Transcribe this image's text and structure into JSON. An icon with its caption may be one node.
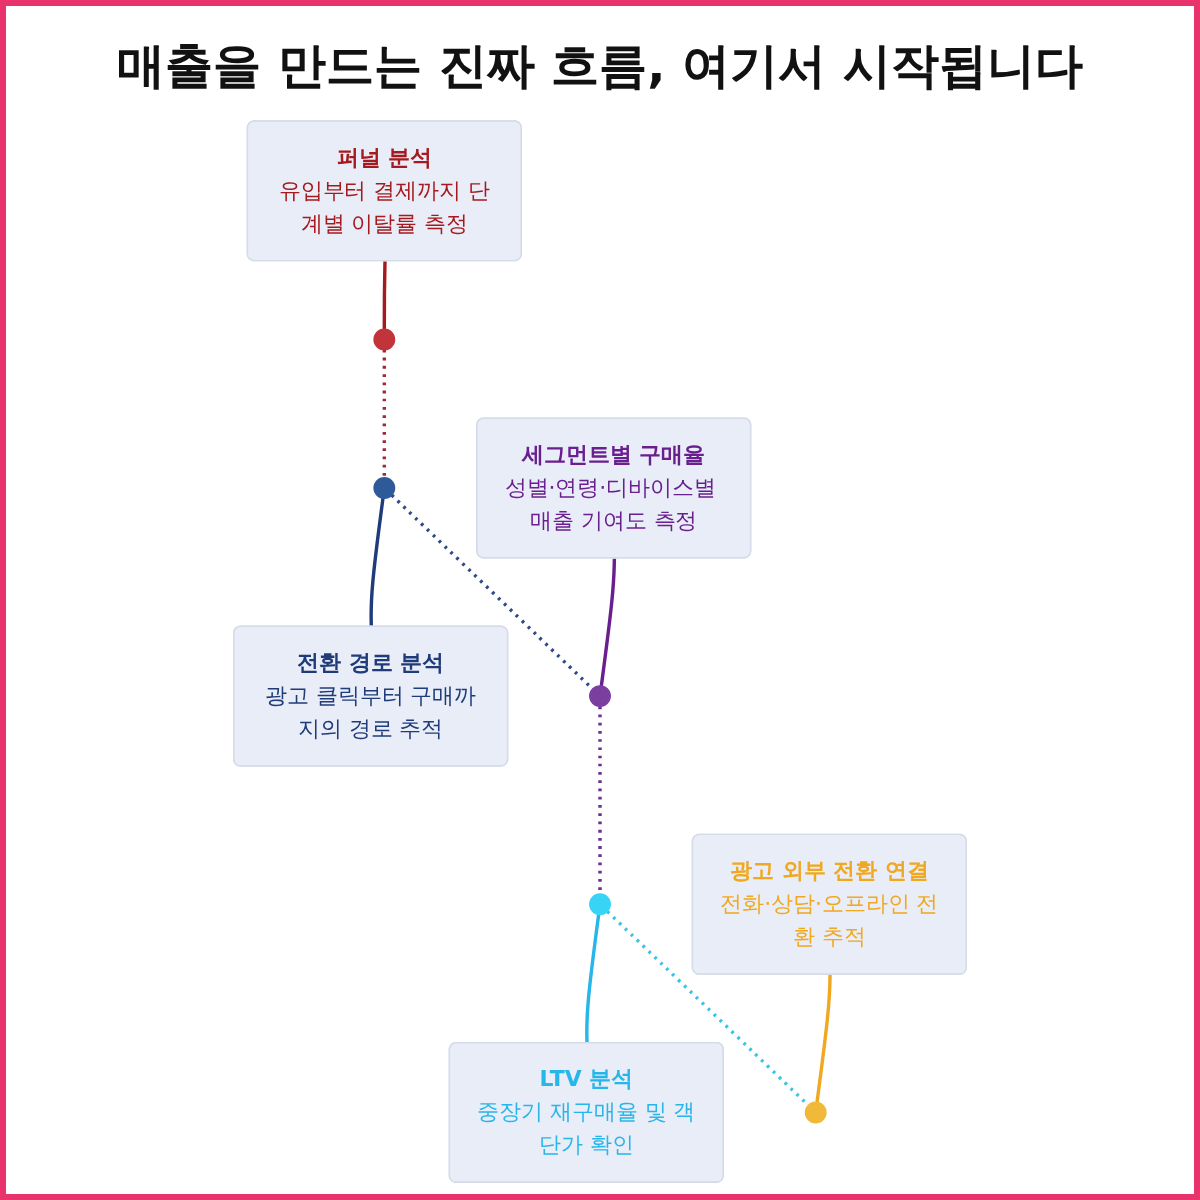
{
  "diagram": {
    "title": "매출을 만드는 진짜 흐름, 여기서 시작됩니다",
    "nodes": [
      {
        "text": [
          "퍼널 분석",
          "유입부터 결제까지 단계별 이탈률 측정"
        ]
      },
      {
        "text": [],
        "shape": "circle"
      },
      {
        "text": [],
        "shape": "circle"
      },
      {
        "text": [
          "전환 경로 분석",
          "광고 클릭부터 구매까지의 경로 추적"
        ]
      },
      {
        "text": [
          "세그먼트별 구매율",
          "성별·연령·디바이스별 매출 기여도 측정"
        ]
      },
      {
        "text": [],
        "shape": "circle"
      },
      {
        "text": [],
        "shape": "circle"
      },
      {
        "text": [
          "LTV 분석",
          "중장기 재구매율 및 객단가 확인"
        ]
      },
      {
        "text": [
          "광고 외부 전환 연결",
          "전화·상담·오프라인 전환 추적"
        ]
      },
      {
        "text": [],
        "shape": "circle"
      }
    ],
    "edges": [
      {
        "from": 0,
        "to": 1,
        "arrow": "none",
        "color": "#a51a1f"
      },
      {
        "from": 1,
        "to": 2,
        "arrow": "none",
        "style": "dashed",
        "color": "#a5283a"
      },
      {
        "from": 2,
        "to": 3,
        "arrow": "none",
        "color": "#1f3b7a"
      },
      {
        "from": 2,
        "to": 5,
        "arrow": "none",
        "style": "dashed",
        "color": "#2f4a8a"
      },
      {
        "from": 4,
        "to": 5,
        "arrow": "none",
        "color": "#6a1f8f"
      },
      {
        "from": 5,
        "to": 6,
        "arrow": "none",
        "style": "dashed",
        "color": "#6a2f8f"
      },
      {
        "from": 6,
        "to": 7,
        "arrow": "none",
        "color": "#27b6ea"
      },
      {
        "from": 6,
        "to": 9,
        "arrow": "none",
        "style": "dashed",
        "color": "#38c4e5"
      },
      {
        "from": 8,
        "to": 9,
        "arrow": "none",
        "color": "#f0a820"
      }
    ]
  }
}
